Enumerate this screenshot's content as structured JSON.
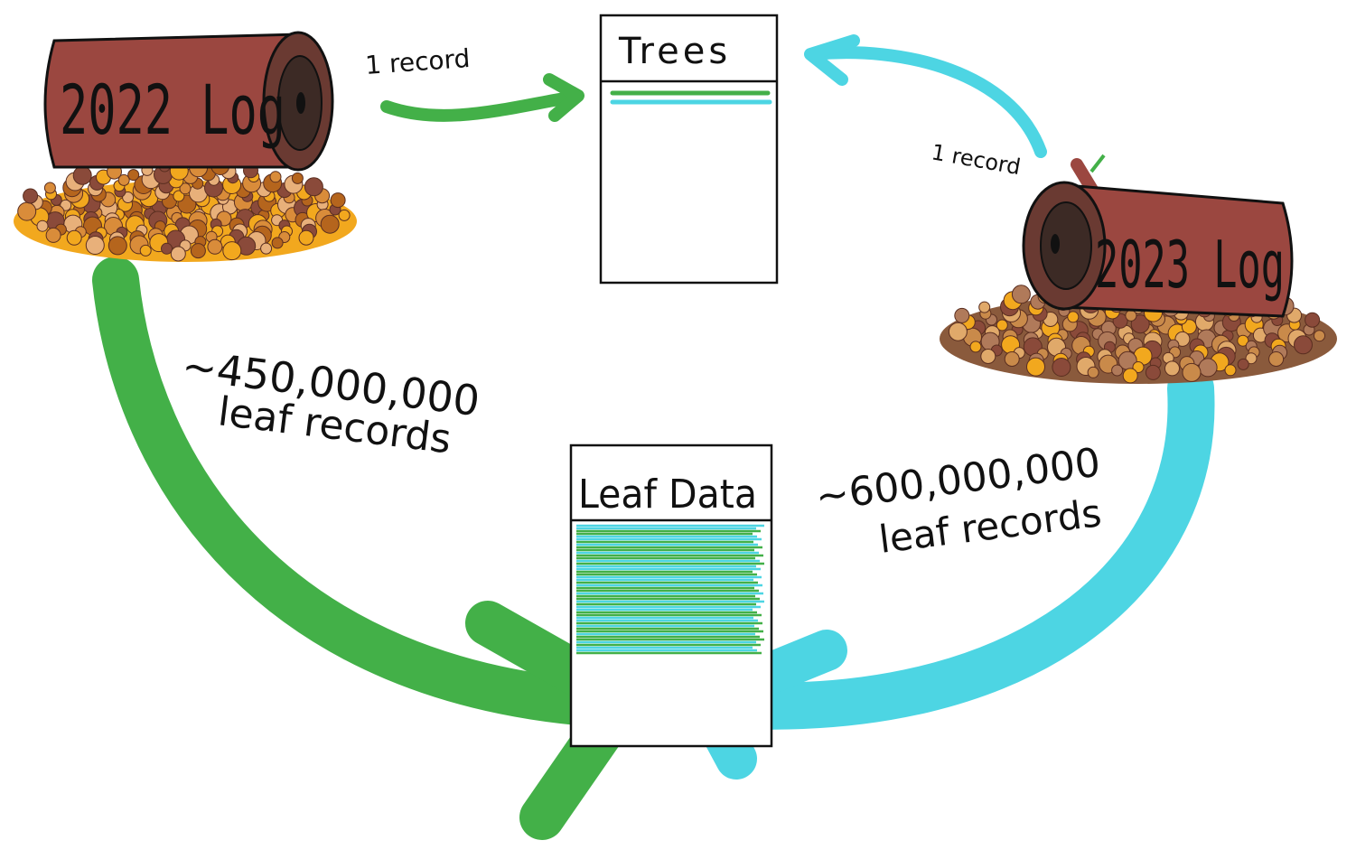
{
  "logs": {
    "log_2022": {
      "label": "2022 Log",
      "wood_color": "#9b4740",
      "leaf_color": "#f2a81e"
    },
    "log_2023": {
      "label": "2023 Log",
      "wood_color": "#9b4740",
      "leaf_color": "#d9a060"
    }
  },
  "tables": {
    "trees": {
      "title": "Trees"
    },
    "leaf_data": {
      "title": "Leaf Data"
    }
  },
  "flows": {
    "log2022_to_trees": {
      "label": "1 record",
      "color": "#43b048"
    },
    "log2023_to_trees": {
      "label": "1 record",
      "color": "#4dd5e3"
    },
    "log2022_to_leaf": {
      "count": "~450,000,000",
      "unit": "leaf records",
      "color": "#43b048"
    },
    "log2023_to_leaf": {
      "count": "~600,000,000",
      "unit": "leaf records",
      "color": "#4dd5e3"
    }
  }
}
